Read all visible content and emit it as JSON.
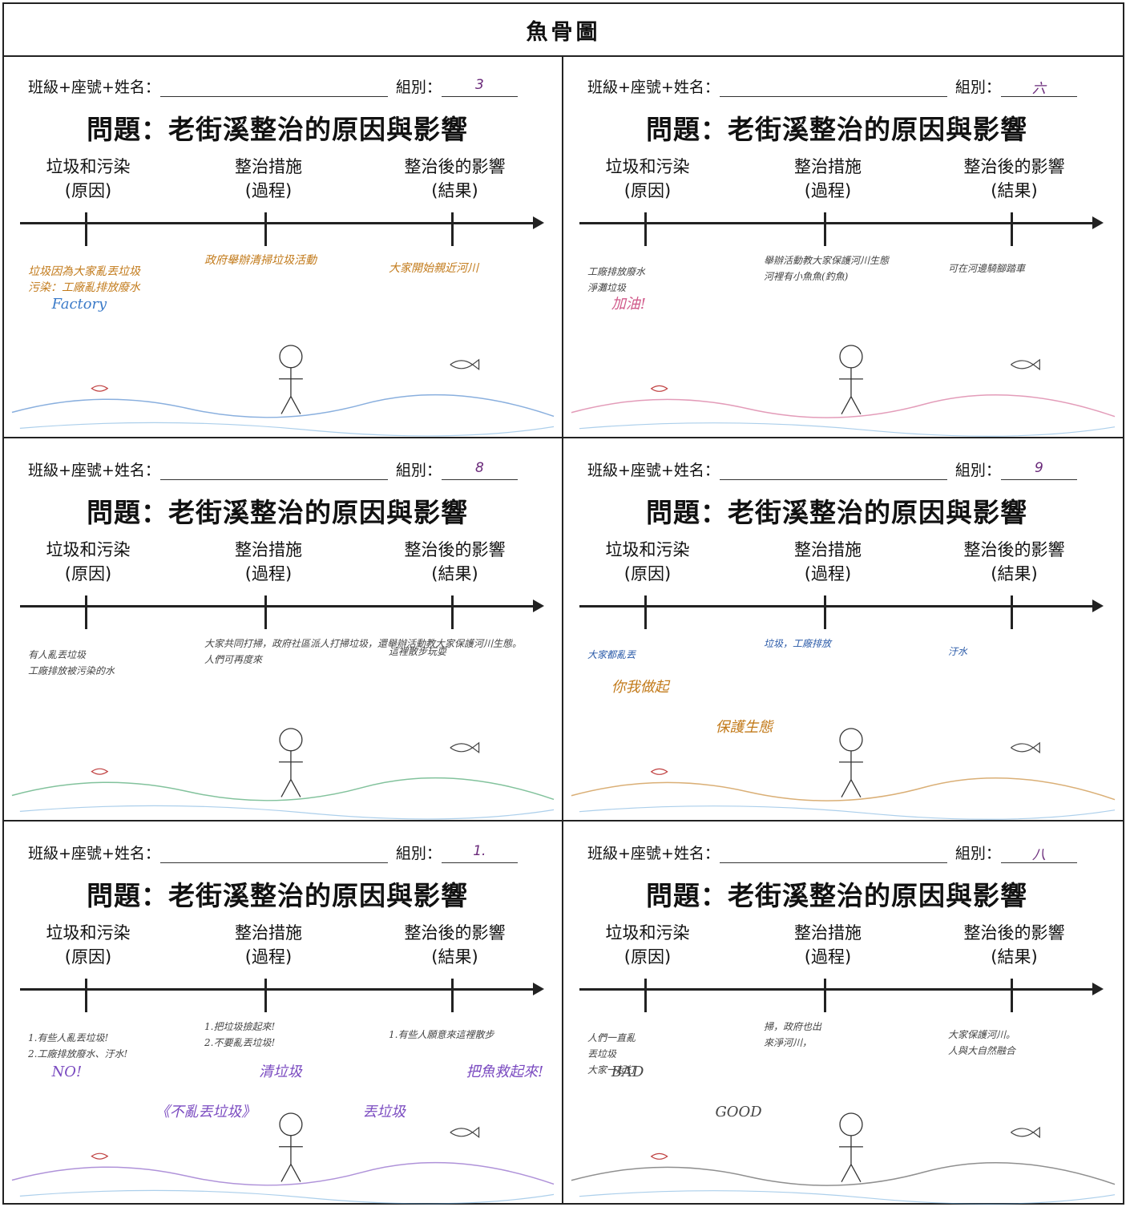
{
  "page": {
    "title": "魚骨圖"
  },
  "labels": {
    "name_label": "班級+座號+姓名：",
    "group_label": "組別：",
    "question": "問題：老街溪整治的原因與影響",
    "stage1": [
      "垃圾和污染",
      "(原因)"
    ],
    "stage2": [
      "整治措施",
      "(過程)"
    ],
    "stage3": [
      "整治後的影響",
      "(結果)"
    ]
  },
  "worksheets": [
    {
      "group": "3",
      "notes": [
        "垃圾因為大家亂丟垃圾",
        "污染：工廠亂排放廢水",
        "政府舉辦清掃垃圾活動",
        "大家開始親近河川"
      ],
      "drawing_words": [
        "Factory"
      ]
    },
    {
      "group": "六",
      "notes": [
        "工廠排放廢水",
        "淨灘垃圾",
        "舉辦活動教大家保護河川生態",
        "河裡有小魚魚(釣魚)",
        "可在河邊騎腳踏車"
      ],
      "drawing_words": [
        "加油!"
      ]
    },
    {
      "group": "8",
      "notes": [
        "有人亂丟垃圾",
        "工廠排放被污染的水",
        "大家共同打掃，政府社區派人打掃垃圾，還舉辦活動教大家保護河川生態。",
        "人們可再度來",
        "這裡散步玩耍"
      ],
      "drawing_words": []
    },
    {
      "group": "9",
      "notes": [
        "大家都亂丟",
        "垃圾，工廠排放",
        "汙水"
      ],
      "drawing_words": [
        "你我做起",
        "保護生態"
      ]
    },
    {
      "group": "1.",
      "notes": [
        "1.有些人亂丟垃圾!",
        "2.工廠排放廢水、汙水!",
        "1.把垃圾撿起來!",
        "2.不要亂丟垃圾!",
        "1.有些人願意來這裡散步"
      ],
      "drawing_words": [
        "NO!",
        "《不亂丟垃圾》",
        "清垃圾",
        "丟垃圾",
        "把魚救起來!"
      ]
    },
    {
      "group": "八",
      "notes": [
        "人們一直亂",
        "丟垃圾",
        "大家一起打",
        "掃，政府也出",
        "來淨河川，",
        "大家保護河川。",
        "人與大自然融合"
      ],
      "drawing_words": [
        "BAD",
        "GOOD"
      ]
    }
  ]
}
